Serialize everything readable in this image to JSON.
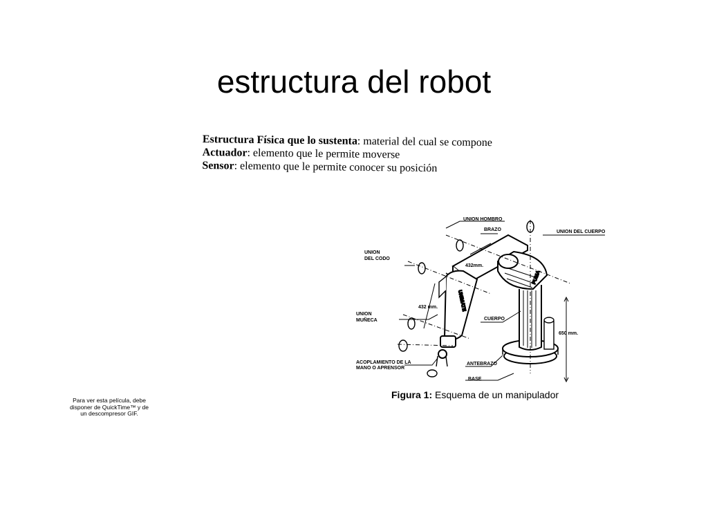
{
  "title": "estructura del robot",
  "definitions": [
    {
      "term": "Estructura Física que lo sustenta",
      "text": ": material del cual se compone"
    },
    {
      "term": "Actuador",
      "text": ": elemento que le permite moverse"
    },
    {
      "term": "Sensor",
      "text": ": elemento que le permite conocer su posición"
    }
  ],
  "quicktime_notice": [
    "Para ver esta película, debe",
    "disponer de QuickTime™ y de",
    "un descompresor GIF."
  ],
  "figure": {
    "labels": {
      "union_hombro": "UNION HOMBRO",
      "brazo": "BRAZO",
      "union_cuerpo": "UNION DEL CUERPO",
      "union_codo_1": "UNION",
      "union_codo_2": "DEL CODO",
      "dim_brazo": "432mm.",
      "dim_antebrazo": "432 mm.",
      "union_muneca_1": "UNION",
      "union_muneca_2": "MUÑECA",
      "cuerpo": "CUERPO",
      "dim_cuerpo": "650 mm.",
      "acoplamiento_1": "ACOPLAMIENTO DE LA",
      "acoplamiento_2": "MANO O APRENSOR",
      "antebrazo": "ANTEBRAZO",
      "base": "BASE",
      "brand_puma": "PUMA",
      "brand_unimate": "UNIMATE"
    },
    "caption_bold": "Figura 1:",
    "caption_text": " Esquema de un manipulador"
  }
}
